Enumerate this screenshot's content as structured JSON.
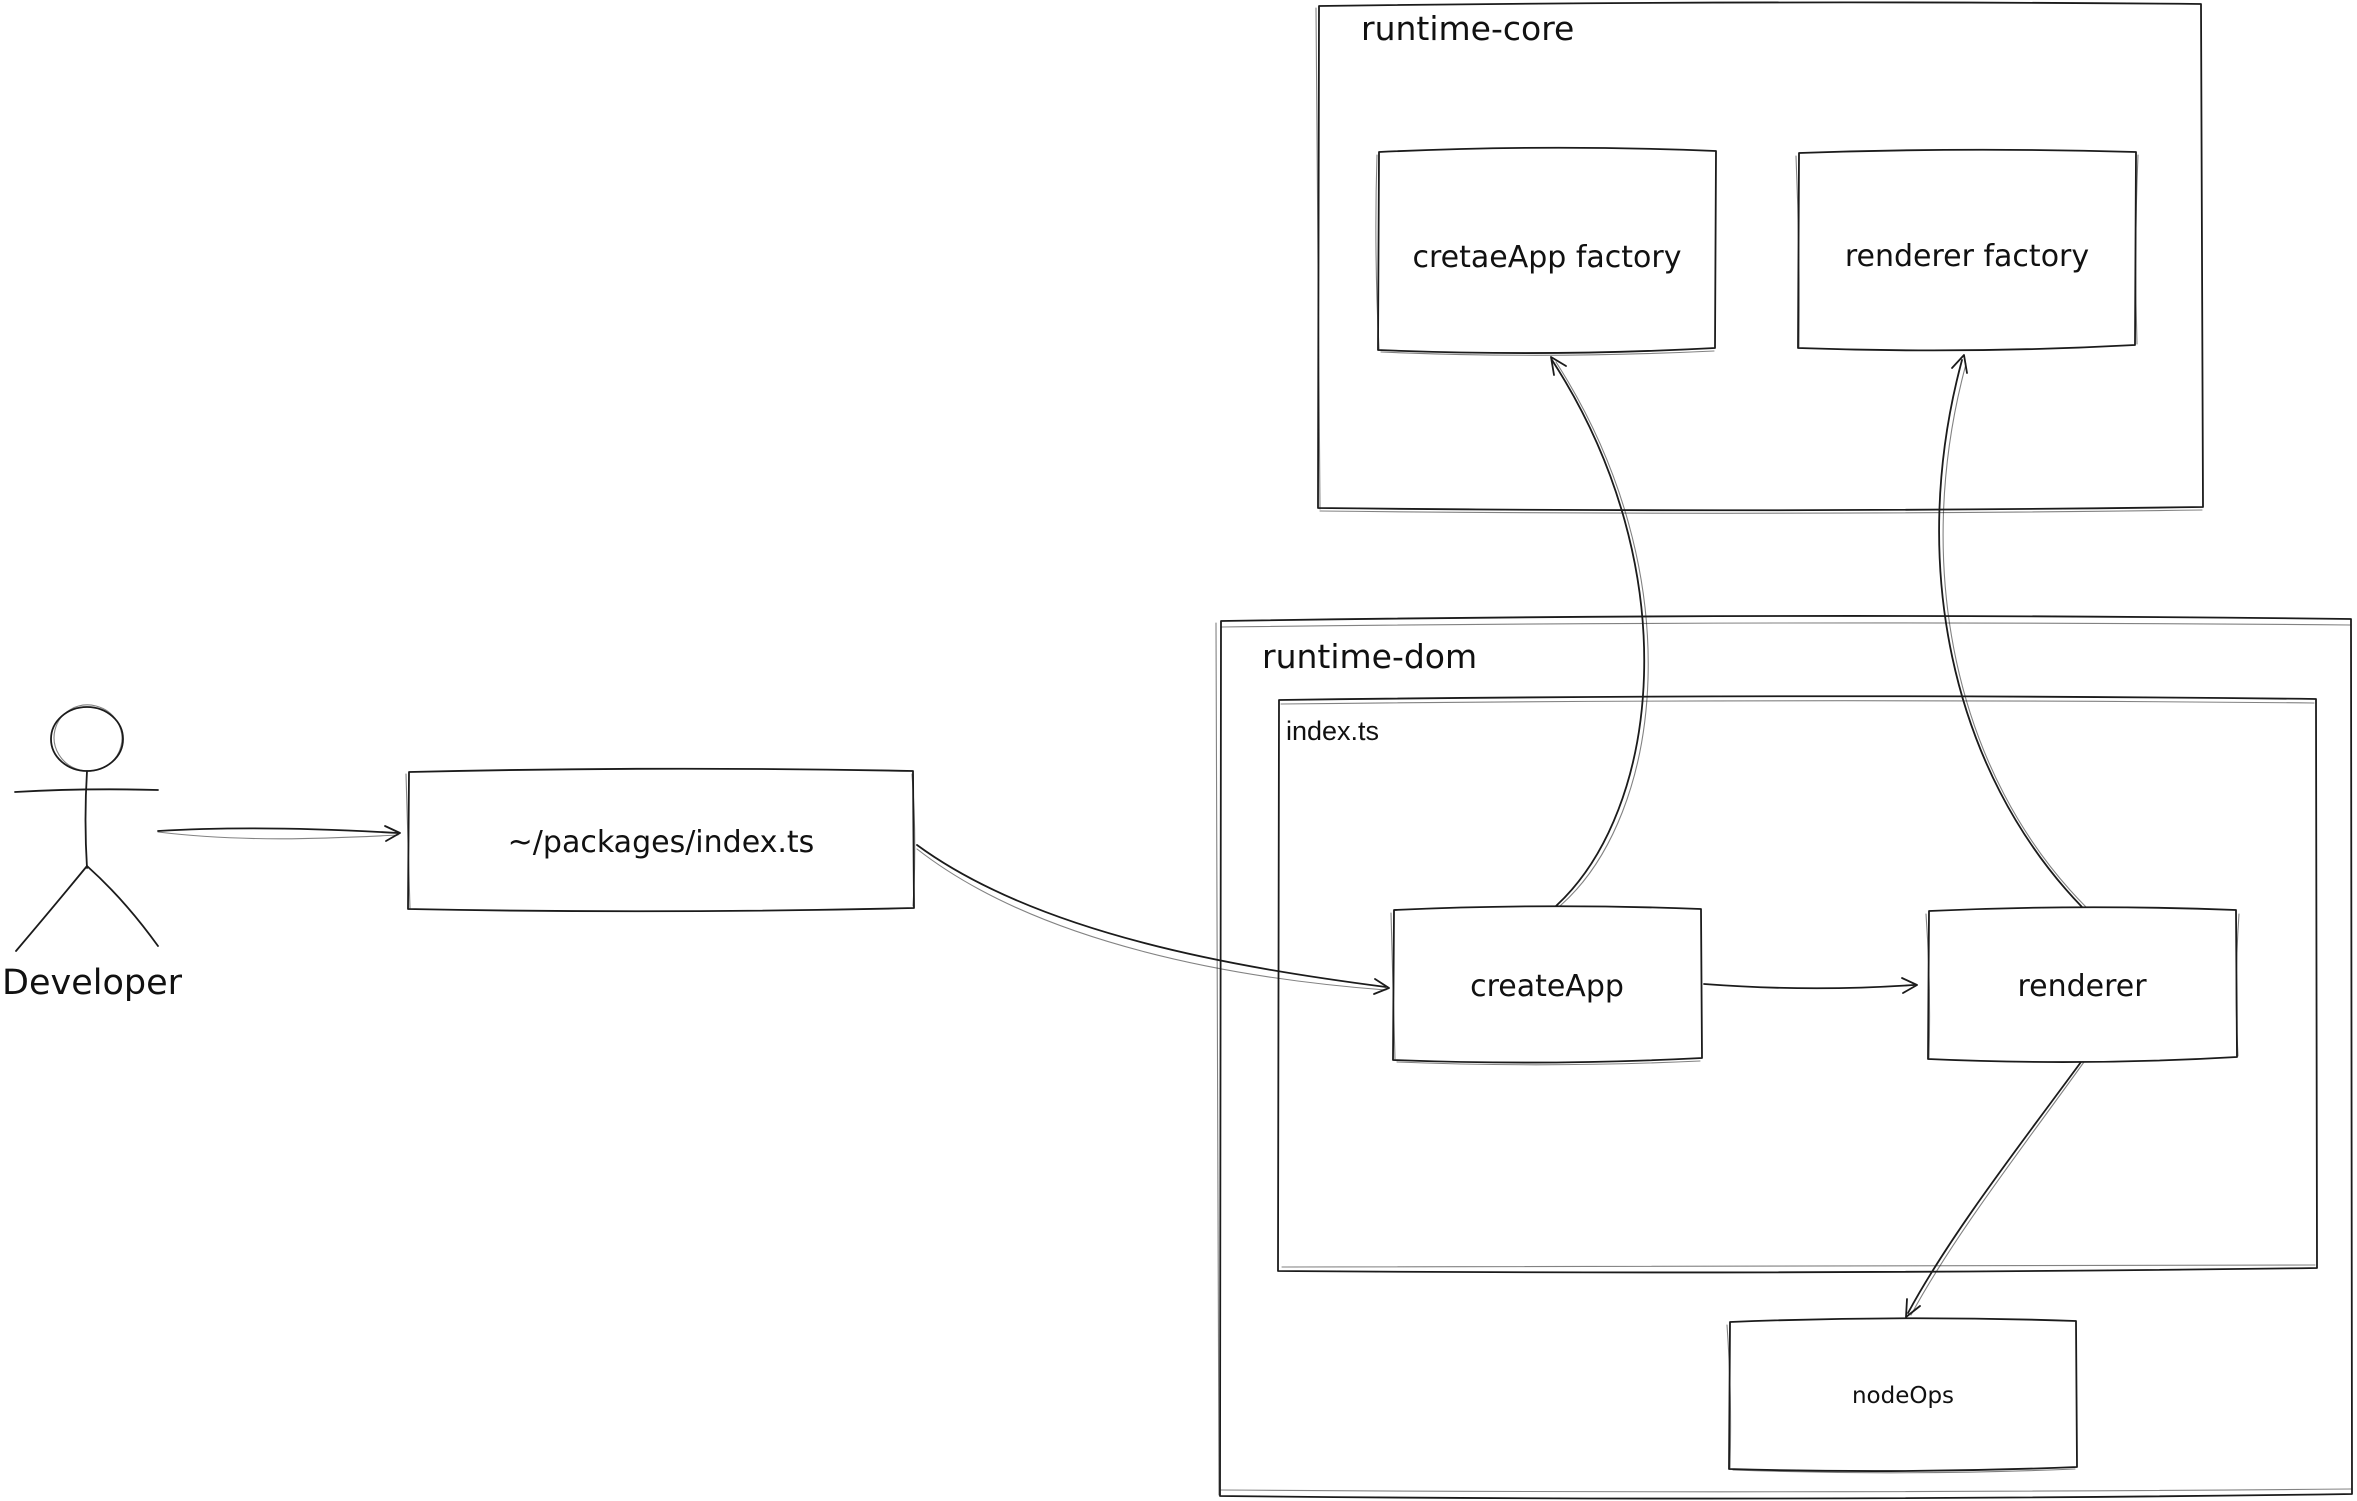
{
  "canvas": {
    "background": "#ffffff",
    "stroke_color": "#1b1b1b"
  },
  "actor": {
    "label": "Developer"
  },
  "containers": {
    "runtime_core": {
      "title": "runtime-core"
    },
    "runtime_dom": {
      "title": "runtime-dom"
    },
    "index_ts": {
      "title": "index.ts"
    }
  },
  "nodes": {
    "packages_index": {
      "label": "~/packages/index.ts"
    },
    "cretae_app_factory": {
      "label": "cretaeApp factory"
    },
    "renderer_factory": {
      "label": "renderer factory"
    },
    "create_app": {
      "label": "createApp"
    },
    "renderer": {
      "label": "renderer"
    },
    "node_ops": {
      "label": "nodeOps"
    }
  },
  "edges": [
    {
      "from": "Developer",
      "to": "~/packages/index.ts"
    },
    {
      "from": "~/packages/index.ts",
      "to": "createApp"
    },
    {
      "from": "createApp",
      "to": "renderer"
    },
    {
      "from": "createApp",
      "to": "cretaeApp factory"
    },
    {
      "from": "renderer",
      "to": "renderer factory"
    },
    {
      "from": "renderer",
      "to": "nodeOps"
    }
  ]
}
